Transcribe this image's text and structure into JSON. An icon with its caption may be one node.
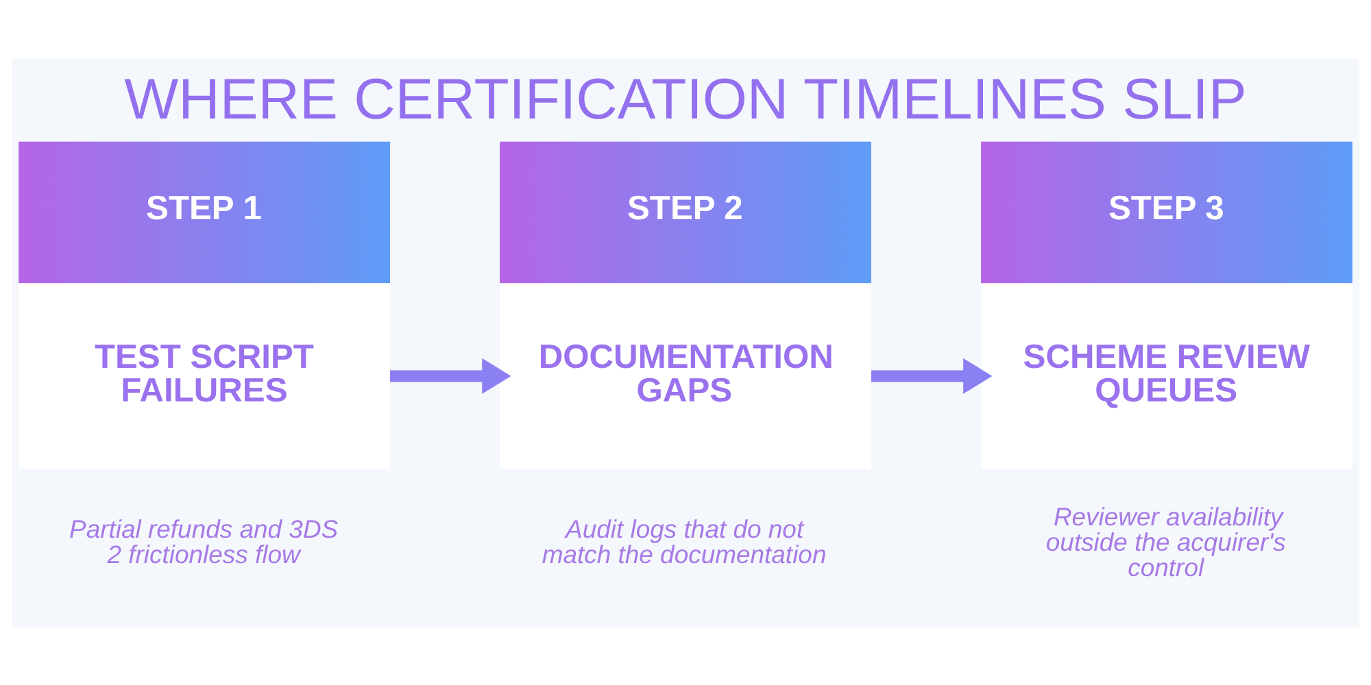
{
  "diagram": {
    "title": "WHERE CERTIFICATION TIMELINES SLIP",
    "nodes": [
      {
        "text": [
          "STEP 1",
          "TEST SCRIPT FAILURES"
        ],
        "beside": [
          "Partial refunds and 3DS 2 frictionless flow"
        ]
      },
      {
        "text": [
          "STEP 2",
          "DOCUMENTATION GAPS"
        ],
        "beside": [
          "Audit logs that do not match the documentation"
        ]
      },
      {
        "text": [
          "STEP 3",
          "SCHEME REVIEW QUEUES"
        ],
        "beside": [
          "Reviewer availability outside the acquirer's control"
        ]
      }
    ],
    "edges": [
      {
        "from": 0,
        "to": 1,
        "arrow": "to"
      },
      {
        "from": 1,
        "to": 2,
        "arrow": "to"
      }
    ]
  }
}
